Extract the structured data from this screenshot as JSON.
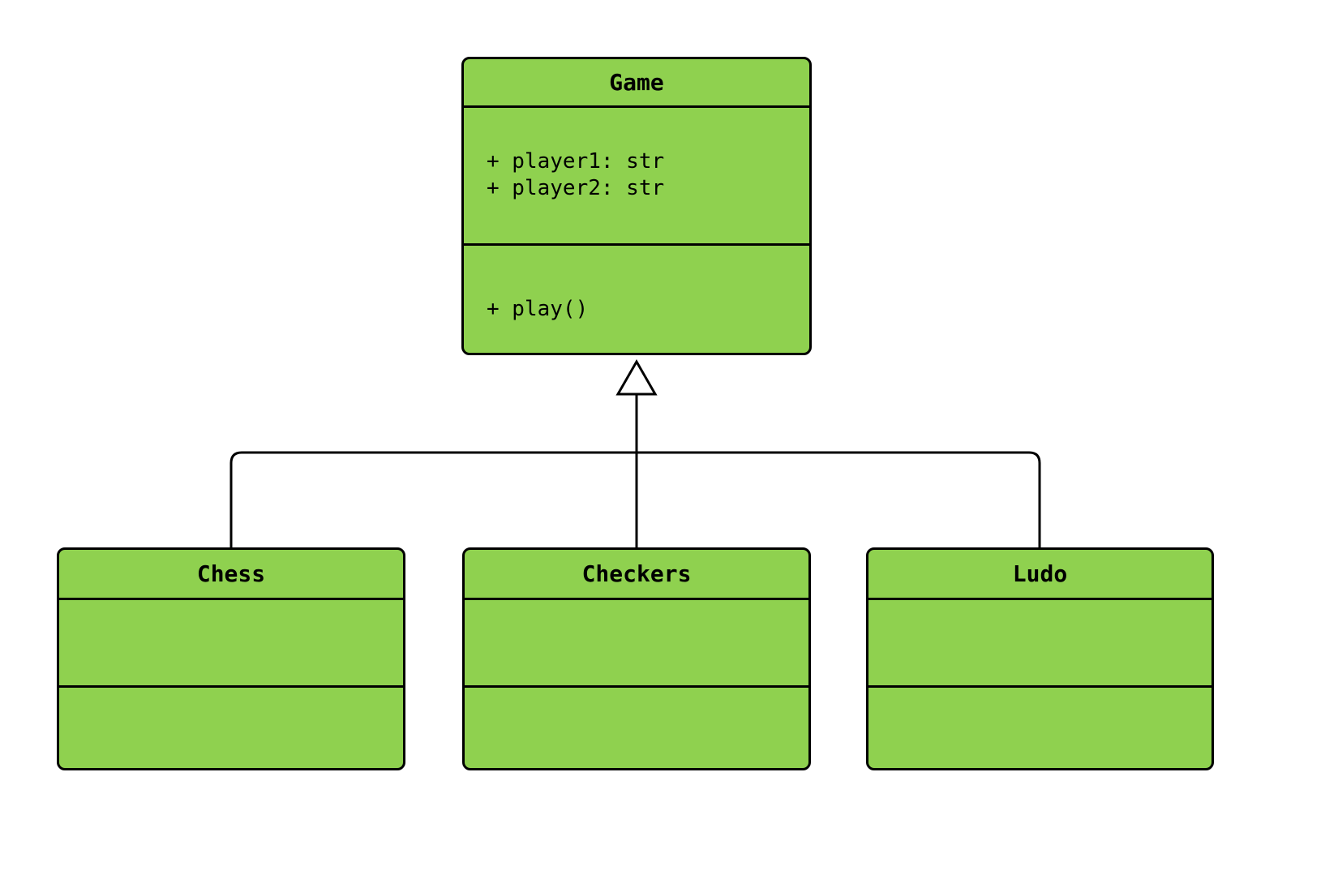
{
  "diagram": {
    "type": "uml-class-inheritance",
    "colors": {
      "background": "#FFFFFF",
      "class_fill": "#8FD14F",
      "class_border": "#000000",
      "edge": "#000000"
    },
    "parent": {
      "name": "Game",
      "attributes": [
        "+ player1: str",
        "+ player2: str"
      ],
      "methods": [
        "+ play()"
      ]
    },
    "children": [
      {
        "name": "Chess"
      },
      {
        "name": "Checkers"
      },
      {
        "name": "Ludo"
      }
    ],
    "relationship": "inheritance (hollow triangle arrow pointing to parent)"
  }
}
